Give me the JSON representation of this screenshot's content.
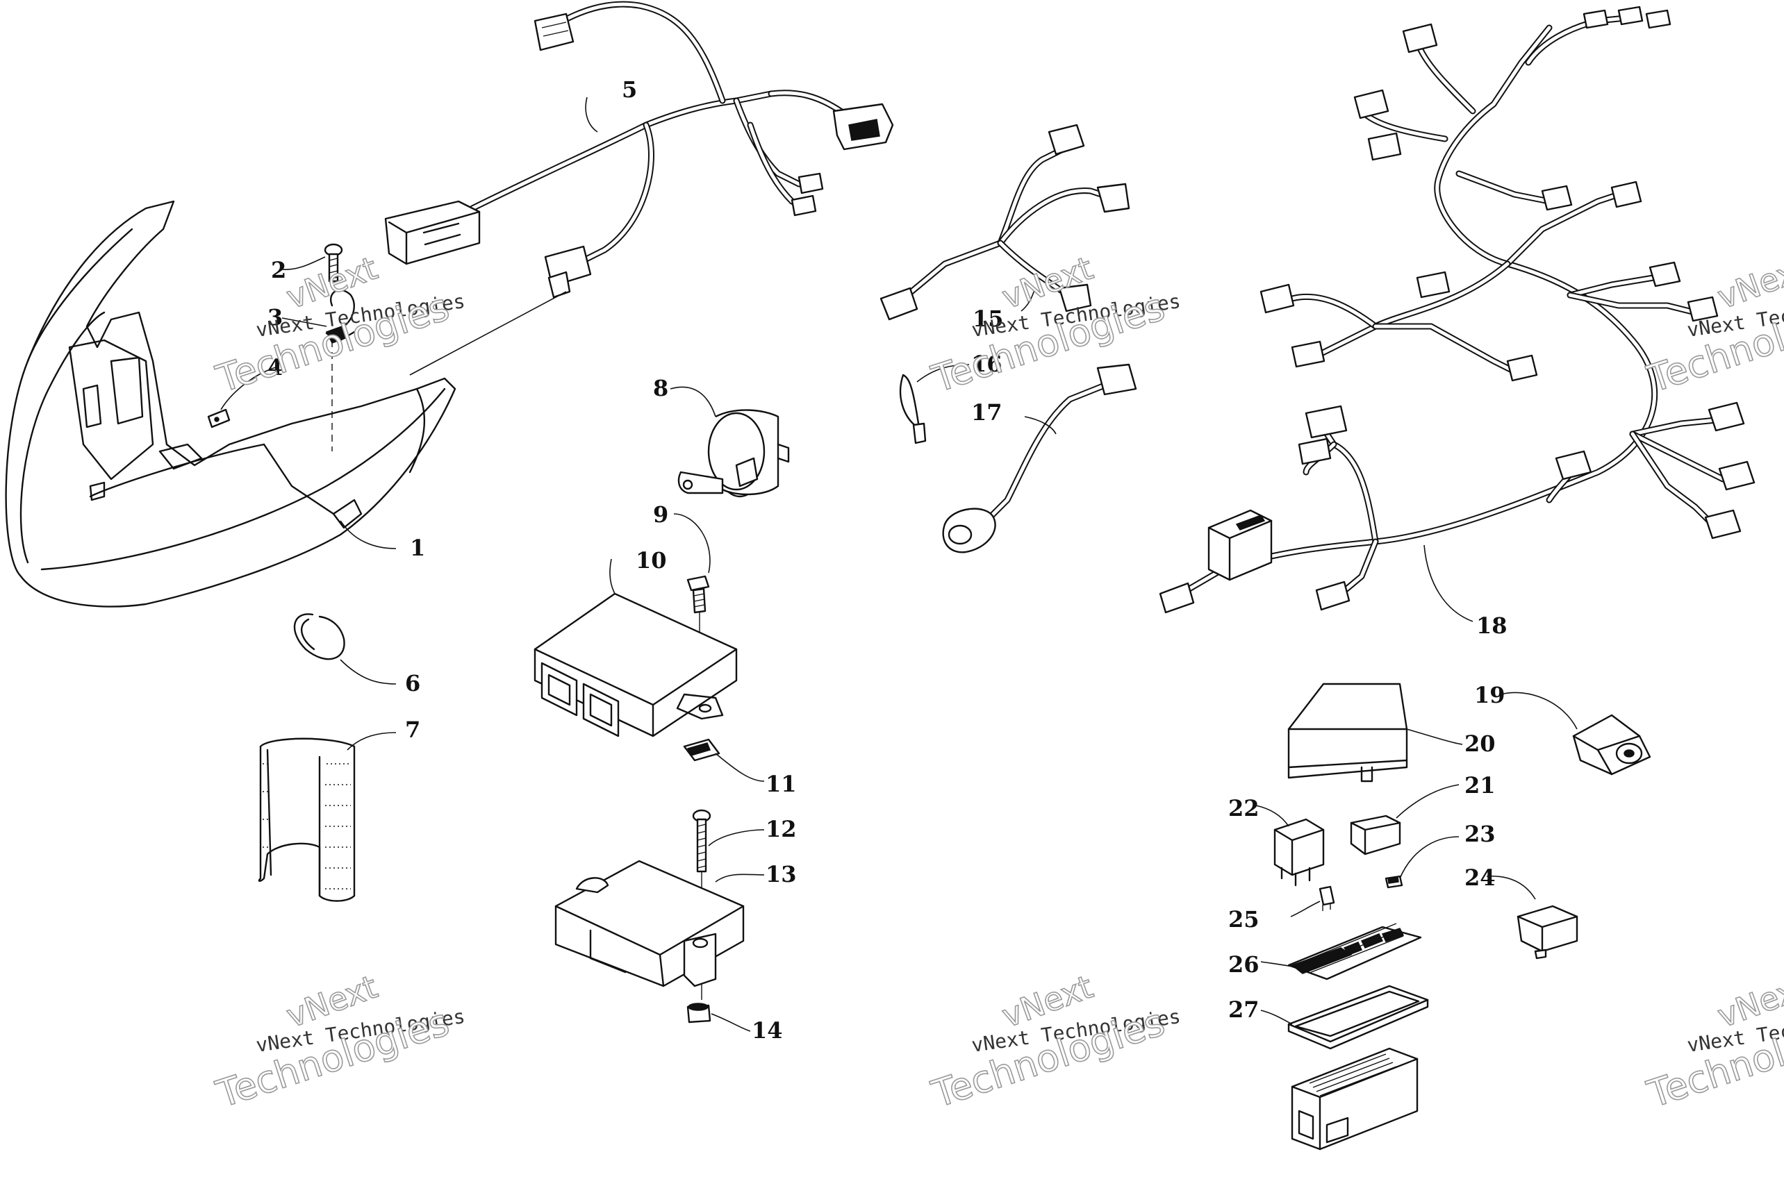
{
  "callouts": [
    {
      "num": "1",
      "part": "headlight-housing"
    },
    {
      "num": "2",
      "part": "screw"
    },
    {
      "num": "3",
      "part": "cable-clamp"
    },
    {
      "num": "4",
      "part": "speed-nut"
    },
    {
      "num": "5",
      "part": "headlight-harness"
    },
    {
      "num": "6",
      "part": "band-clamp"
    },
    {
      "num": "7",
      "part": "sleeve"
    },
    {
      "num": "8",
      "part": "flasher-relay"
    },
    {
      "num": "9",
      "part": "bolt"
    },
    {
      "num": "10",
      "part": "control-module"
    },
    {
      "num": "11",
      "part": "clip-nut"
    },
    {
      "num": "12",
      "part": "screw"
    },
    {
      "num": "13",
      "part": "module"
    },
    {
      "num": "14",
      "part": "grommet"
    },
    {
      "num": "15",
      "part": "sub-harness"
    },
    {
      "num": "16",
      "part": "cable-tie"
    },
    {
      "num": "17",
      "part": "lamp-harness"
    },
    {
      "num": "18",
      "part": "main-wiring-harness"
    },
    {
      "num": "19",
      "part": "connector"
    },
    {
      "num": "20",
      "part": "fuse-box-cover"
    },
    {
      "num": "21",
      "part": "relay"
    },
    {
      "num": "22",
      "part": "relay"
    },
    {
      "num": "23",
      "part": "mini-fuse"
    },
    {
      "num": "24",
      "part": "connector-cap"
    },
    {
      "num": "25",
      "part": "fuse"
    },
    {
      "num": "26",
      "part": "fuse-label"
    },
    {
      "num": "27",
      "part": "fuse-box-seal"
    }
  ],
  "watermark": {
    "top_text": "vNext",
    "line_text": "vNext Technologies",
    "big_text": "Technologies"
  },
  "colors": {
    "line": "#111111",
    "background": "#ffffff",
    "watermark_outline": "#9a9a9a"
  }
}
